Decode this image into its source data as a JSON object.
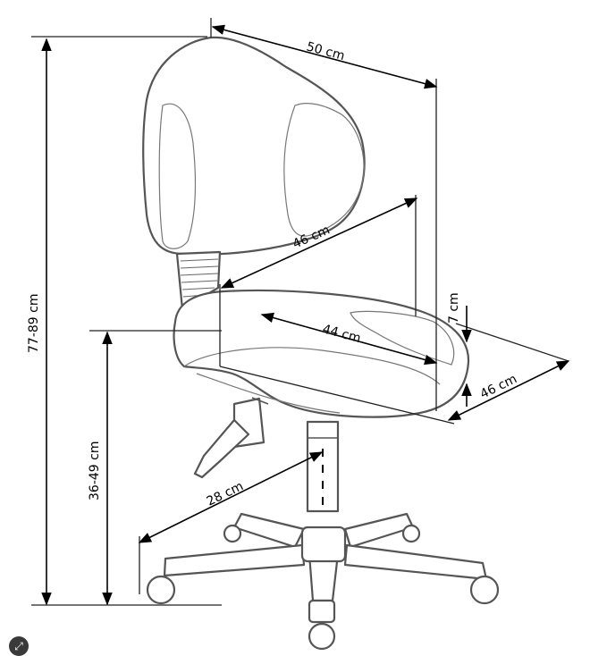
{
  "dimensions": {
    "backrest_width": "50 cm",
    "seat_depth_diagonal": "46 cm",
    "seat_width": "44 cm",
    "seat_thickness": "7 cm",
    "seat_side_depth": "46 cm",
    "total_height": "77-89 cm",
    "seat_height": "36-49 cm",
    "base_radius": "28 cm"
  },
  "colors": {
    "line": "#555555",
    "dimension_line": "#000000",
    "accent_dark": "#ff0000"
  },
  "icons": {
    "expand": "expand-icon"
  }
}
